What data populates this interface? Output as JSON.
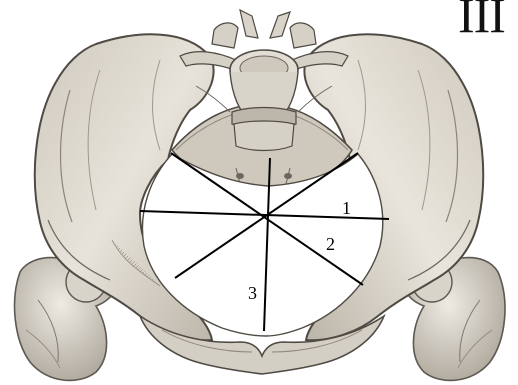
{
  "figure": {
    "corner_text": "III",
    "labels": [
      "1",
      "2",
      "3"
    ]
  },
  "colors": {
    "bone_fill": "#ddd8cd",
    "bone_shade": "#a39d91",
    "bone_dark": "#5d5851",
    "line": "#000000",
    "background": "#ffffff"
  }
}
